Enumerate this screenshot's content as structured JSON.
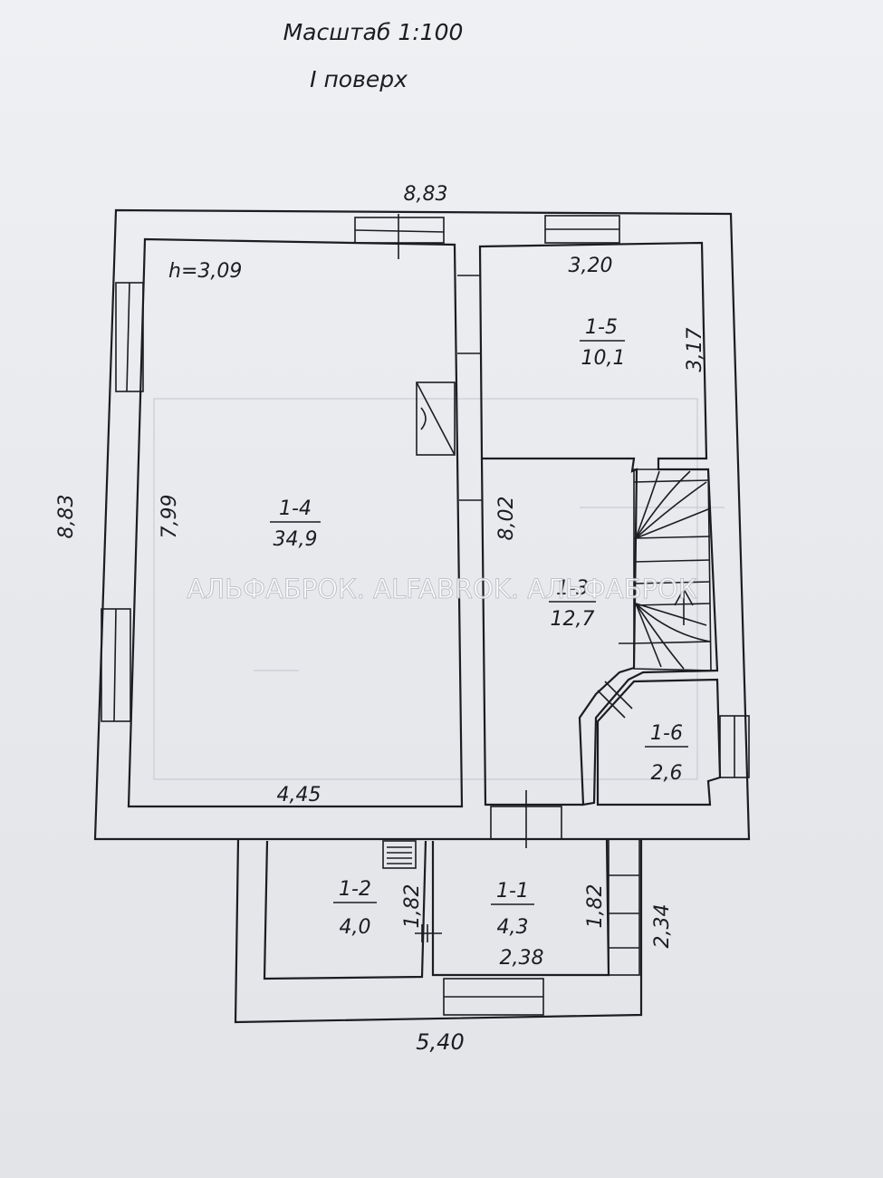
{
  "header": {
    "scale": "Масштаб  1:100",
    "floor": "I поверх"
  },
  "dimensions": {
    "top_outer": "8,83",
    "left_outer": "8,83",
    "height_label": "h=3,09",
    "room14_height": "7,99",
    "room14_width": "4,45",
    "room15_width": "3,20",
    "room15_height": "3,17",
    "room13_height": "8,02",
    "room12_height": "1,82",
    "room11_height": "1,82",
    "room11_width": "2,38",
    "porch_depth": "2,34",
    "porch_width": "5,40"
  },
  "rooms": [
    {
      "id": "1-4",
      "area": "34,9"
    },
    {
      "id": "1-5",
      "area": "10,1"
    },
    {
      "id": "1-3",
      "area": "12,7"
    },
    {
      "id": "1-6",
      "area": "2,6"
    },
    {
      "id": "1-2",
      "area": "4,0"
    },
    {
      "id": "1-1",
      "area": "4,3"
    }
  ],
  "watermark": "АЛЬФАБРОК. ALFABROK. АЛЬФАБРОК",
  "colors": {
    "ink": "#1b1d22",
    "paper": "#eceef1"
  }
}
